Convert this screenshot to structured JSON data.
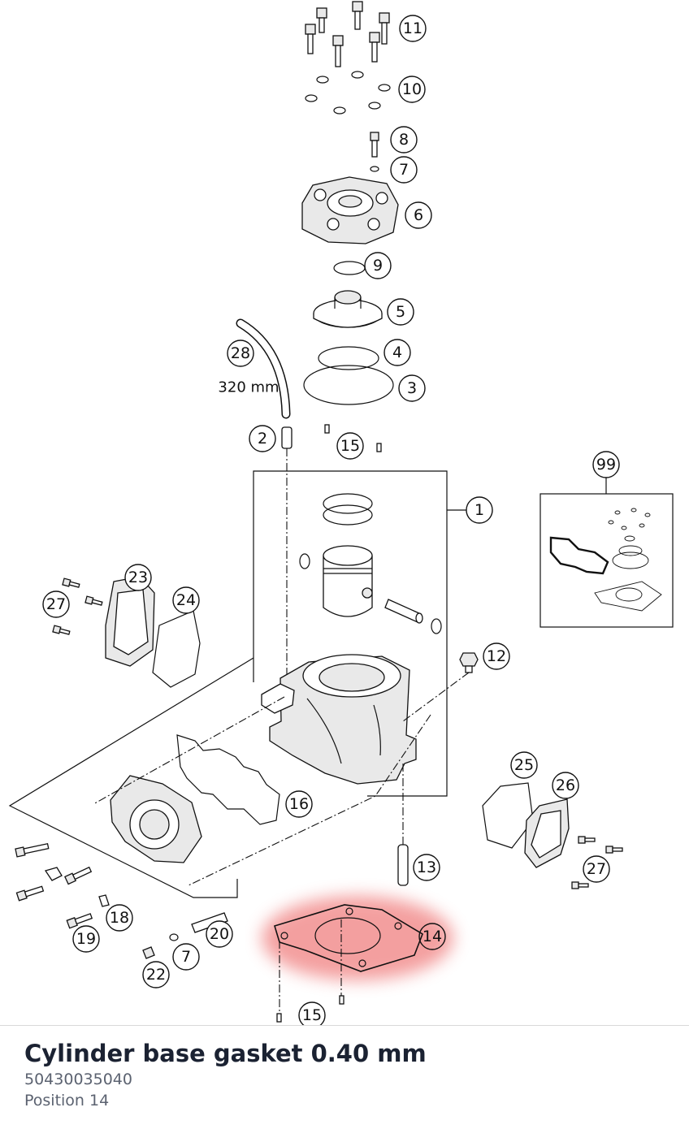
{
  "diagram": {
    "callouts": [
      "11",
      "10",
      "8",
      "7",
      "6",
      "9",
      "5",
      "4",
      "3",
      "28",
      "2",
      "15",
      "1",
      "99",
      "23",
      "24",
      "27",
      "12",
      "16",
      "25",
      "26",
      "27",
      "13",
      "14",
      "18",
      "19",
      "20",
      "7",
      "22",
      "15"
    ],
    "hose_length": "320 mm",
    "highlight_color": "#f08080"
  },
  "part": {
    "title": "Cylinder base gasket 0.40 mm",
    "number": "50430035040",
    "position": "Position 14"
  }
}
